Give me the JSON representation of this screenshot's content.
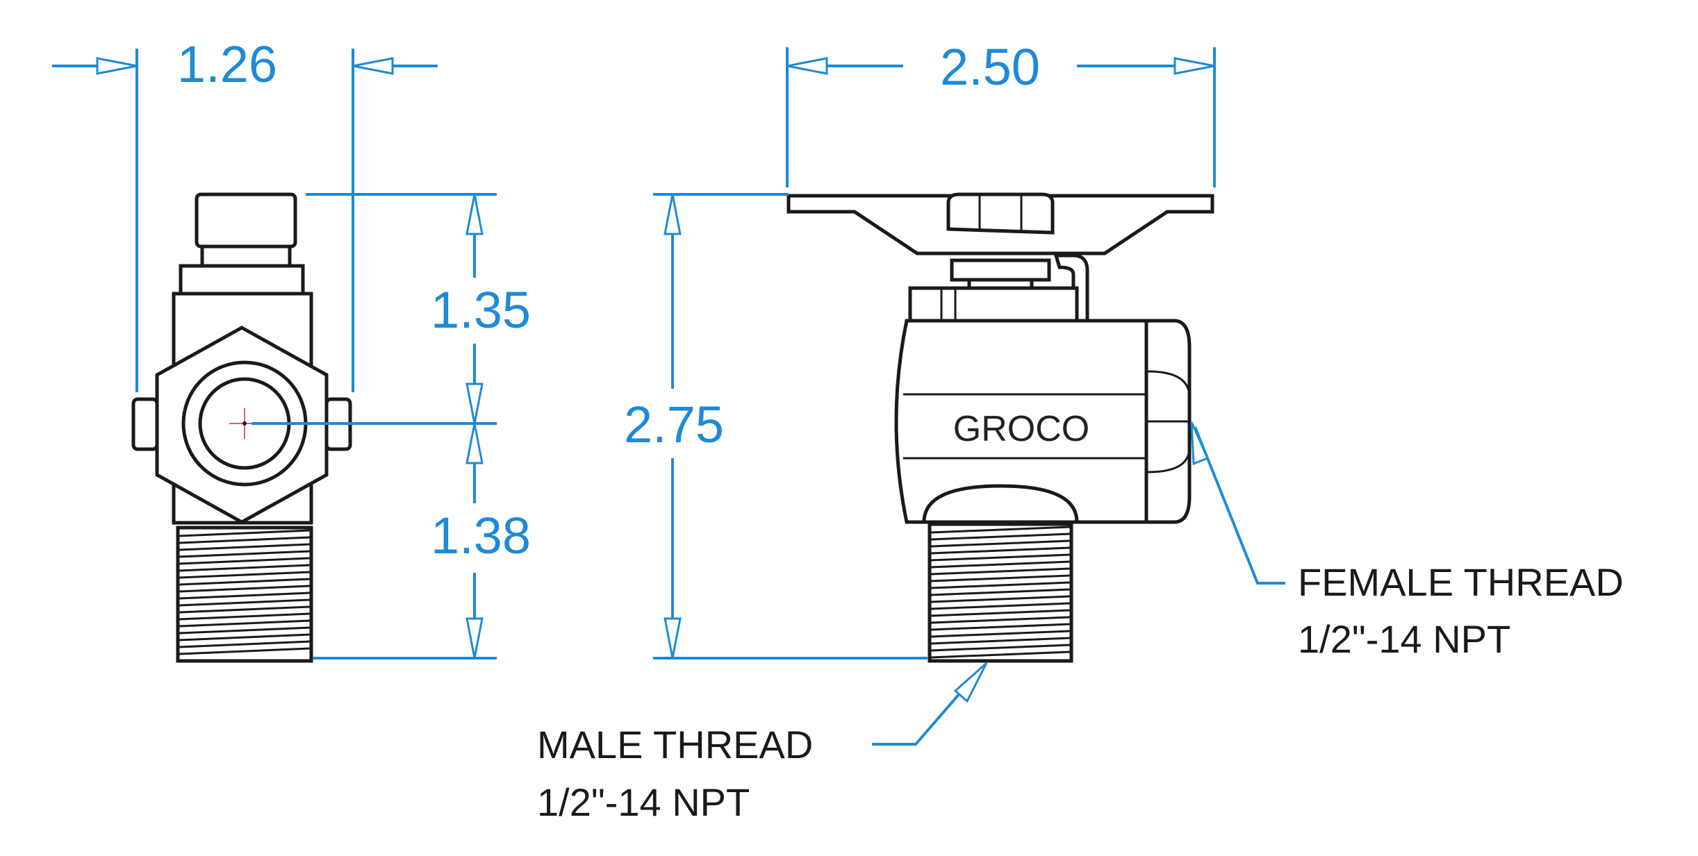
{
  "dimensions": {
    "side_width": "1.26",
    "front_width": "2.50",
    "upper_height": "1.35",
    "lower_height": "1.38",
    "total_height": "2.75"
  },
  "brand": "GROCO",
  "callouts": {
    "female": {
      "line1": "FEMALE THREAD",
      "line2": "1/2\"-14 NPT"
    },
    "male": {
      "line1": "MALE THREAD",
      "line2": "1/2\"-14 NPT"
    }
  },
  "colors": {
    "dimension": "#1e8ad6",
    "outline": "#1a1a1a",
    "center_mark": "#e0509a"
  }
}
